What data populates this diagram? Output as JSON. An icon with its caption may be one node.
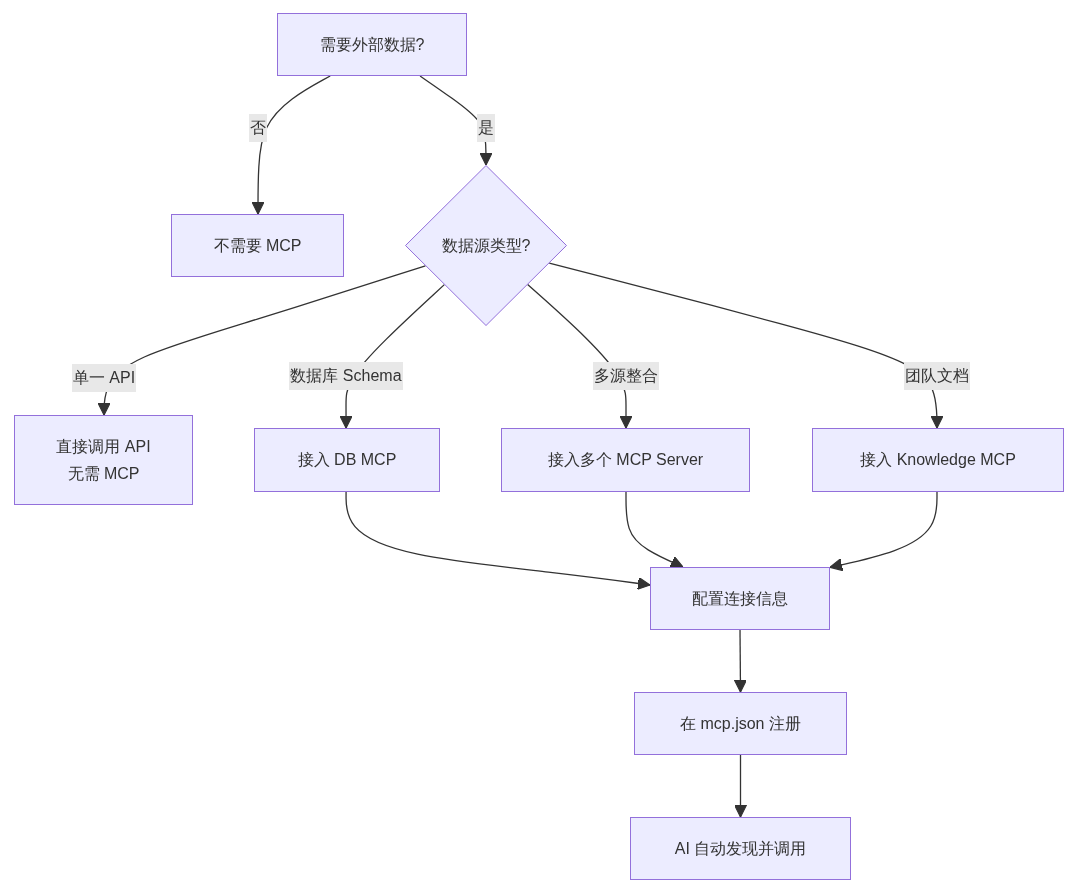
{
  "diagram": {
    "nodes": [
      {
        "text": [
          "需要外部数据?"
        ]
      },
      {
        "text": [
          "不需要 MCP"
        ]
      },
      {
        "text": [
          "数据源类型?"
        ]
      },
      {
        "text": [
          "直接调用 API 无需 MCP"
        ]
      },
      {
        "text": [
          "接入 DB MCP"
        ]
      },
      {
        "text": [
          "接入多个 MCP Server"
        ]
      },
      {
        "text": [
          "接入 Knowledge MCP"
        ]
      },
      {
        "text": [
          "配置连接信息"
        ]
      },
      {
        "text": [
          "在 mcp.json 注册"
        ]
      },
      {
        "text": [
          "AI 自动发现并调用"
        ]
      }
    ],
    "edges": [
      {
        "from": 0,
        "to": 1,
        "arrow": "to",
        "label": "否"
      },
      {
        "from": 0,
        "to": 2,
        "arrow": "to",
        "label": "是"
      },
      {
        "from": 2,
        "to": 3,
        "arrow": "to",
        "label": "单一 API"
      },
      {
        "from": 2,
        "to": 4,
        "arrow": "to",
        "label": "数据库 Schema"
      },
      {
        "from": 2,
        "to": 5,
        "arrow": "to",
        "label": "多源整合"
      },
      {
        "from": 2,
        "to": 6,
        "arrow": "to",
        "label": "团队文档"
      },
      {
        "from": 4,
        "to": 7,
        "arrow": "to"
      },
      {
        "from": 5,
        "to": 7,
        "arrow": "to"
      },
      {
        "from": 6,
        "to": 7,
        "arrow": "to"
      },
      {
        "from": 7,
        "to": 8,
        "arrow": "to"
      },
      {
        "from": 8,
        "to": 9,
        "arrow": "to"
      }
    ]
  }
}
